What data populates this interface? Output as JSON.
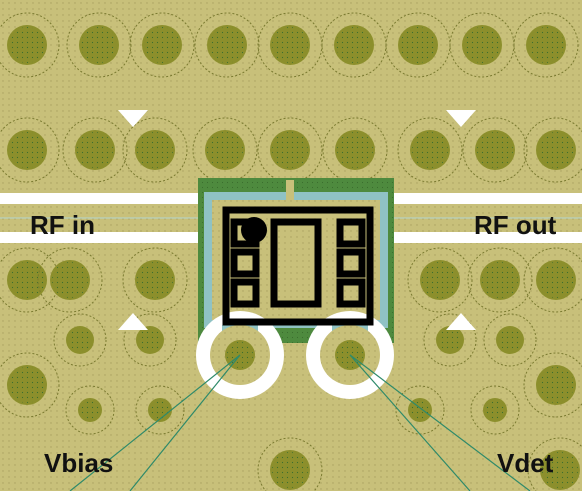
{
  "labels": {
    "rf_in": "RF in",
    "rf_out": "RF out",
    "vbias": "Vbias",
    "vdet": "Vdet"
  },
  "colors": {
    "substrate": "#c8c07a",
    "via_pad": "#8c8f2c",
    "via_ring": "#7a7a30",
    "clearance": "#ffffff",
    "ground_copper": "#4e8a3e",
    "solder_mask": "#8fc2c4",
    "package_outline": "#000000",
    "trace": "#2e8a6a"
  }
}
